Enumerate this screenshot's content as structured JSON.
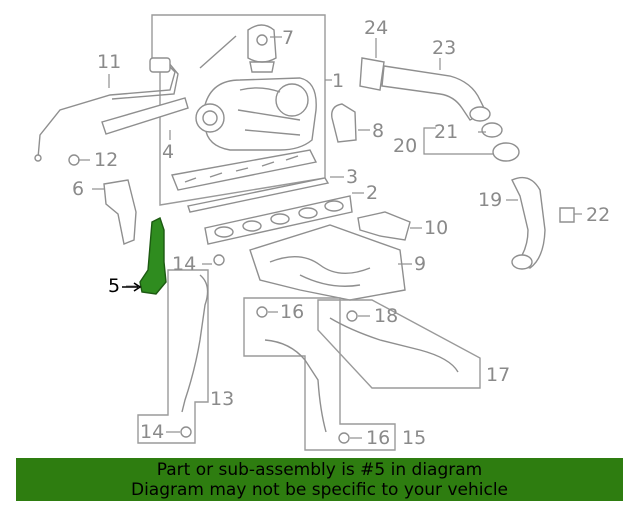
{
  "diagram": {
    "highlighted_part": "5",
    "callouts": {
      "c1": "1",
      "c2": "2",
      "c3": "3",
      "c4": "4",
      "c5": "5",
      "c6": "6",
      "c7": "7",
      "c8": "8",
      "c9": "9",
      "c10": "10",
      "c11": "11",
      "c12": "12",
      "c13": "13",
      "c14a": "14",
      "c14b": "14",
      "c15": "15",
      "c16a": "16",
      "c16b": "16",
      "c17": "17",
      "c18": "18",
      "c19": "19",
      "c20": "20",
      "c21": "21",
      "c22": "22",
      "c23": "23",
      "c24": "24"
    },
    "colors": {
      "highlight": "#2f8c1f",
      "line": "#8f8f8f",
      "banner": "#2e7d10"
    }
  },
  "banner": {
    "line1": "Part or sub-assembly is #5 in diagram",
    "line2": "Diagram may not be specific to your vehicle"
  }
}
